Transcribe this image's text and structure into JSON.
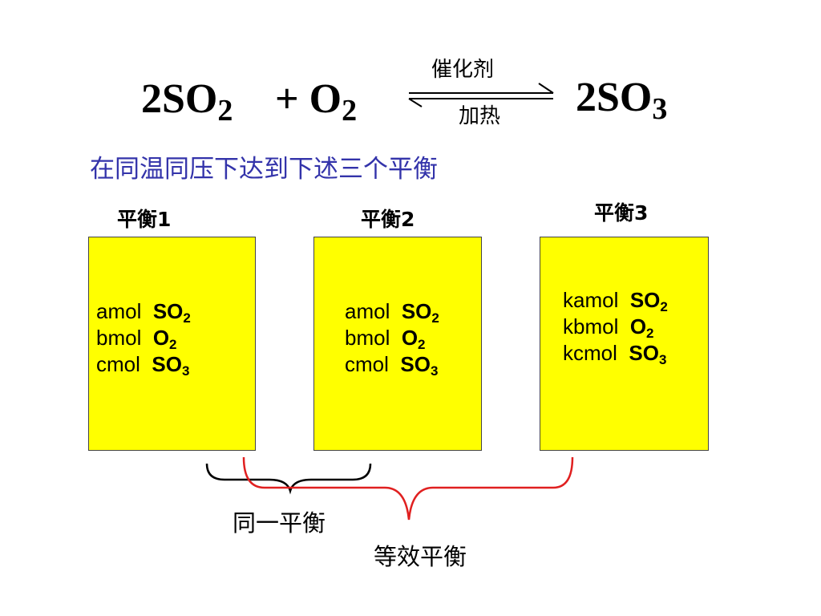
{
  "equation": {
    "left_coef1": "2SO",
    "left_sub1": "2",
    "plus": "+ O",
    "left_sub2": "2",
    "right_coef": "2SO",
    "right_sub": "3",
    "condition_top": "催化剂",
    "condition_bottom": "加热"
  },
  "subtitle": "在同温同压下达到下述三个平衡",
  "boxes": [
    {
      "label": "平衡1",
      "lines": [
        {
          "amount": "amol",
          "formula": "SO",
          "sub": "2"
        },
        {
          "amount": "bmol",
          "formula": "O",
          "sub": "2"
        },
        {
          "amount": "cmol",
          "formula": "SO",
          "sub": "3"
        }
      ]
    },
    {
      "label": "平衡2",
      "lines": [
        {
          "amount": "amol",
          "formula": "SO",
          "sub": "2"
        },
        {
          "amount": "bmol",
          "formula": "O",
          "sub": "2"
        },
        {
          "amount": "cmol",
          "formula": "SO",
          "sub": "3"
        }
      ]
    },
    {
      "label": "平衡3",
      "lines": [
        {
          "amount": "kamol",
          "formula": "SO",
          "sub": "2"
        },
        {
          "amount": "kbmol",
          "formula": "O",
          "sub": "2"
        },
        {
          "amount": "kcmol",
          "formula": "SO",
          "sub": "3"
        }
      ]
    }
  ],
  "brackets": {
    "same_label": "同一平衡",
    "equivalent_label": "等效平衡",
    "same_color": "#000000",
    "equivalent_color": "#e02020"
  },
  "colors": {
    "box_fill": "#ffff00",
    "subtitle": "#3333aa"
  }
}
